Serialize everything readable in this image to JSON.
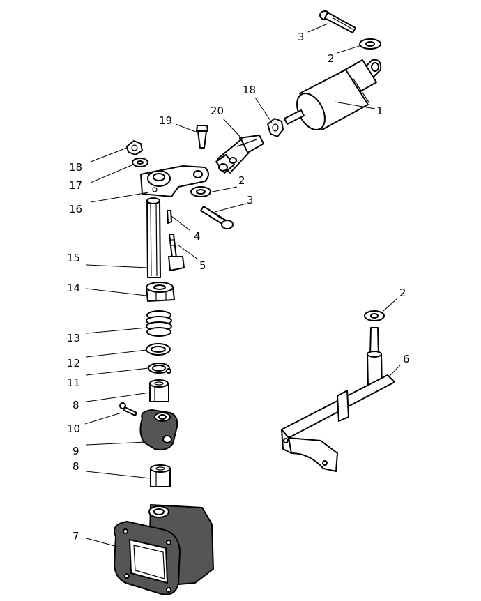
{
  "labels": {
    "c1": "1",
    "c2a": "2",
    "c2b": "2",
    "c2c": "2",
    "c3a": "3",
    "c3b": "3",
    "c4": "4",
    "c5": "5",
    "c6": "6",
    "c7": "7",
    "c8a": "8",
    "c8b": "8",
    "c9": "9",
    "c10": "10",
    "c11": "11",
    "c12": "12",
    "c13": "13",
    "c14": "14",
    "c15": "15",
    "c16": "16",
    "c17": "17",
    "c18a": "18",
    "c18b": "18",
    "c19": "19",
    "c20": "20"
  }
}
